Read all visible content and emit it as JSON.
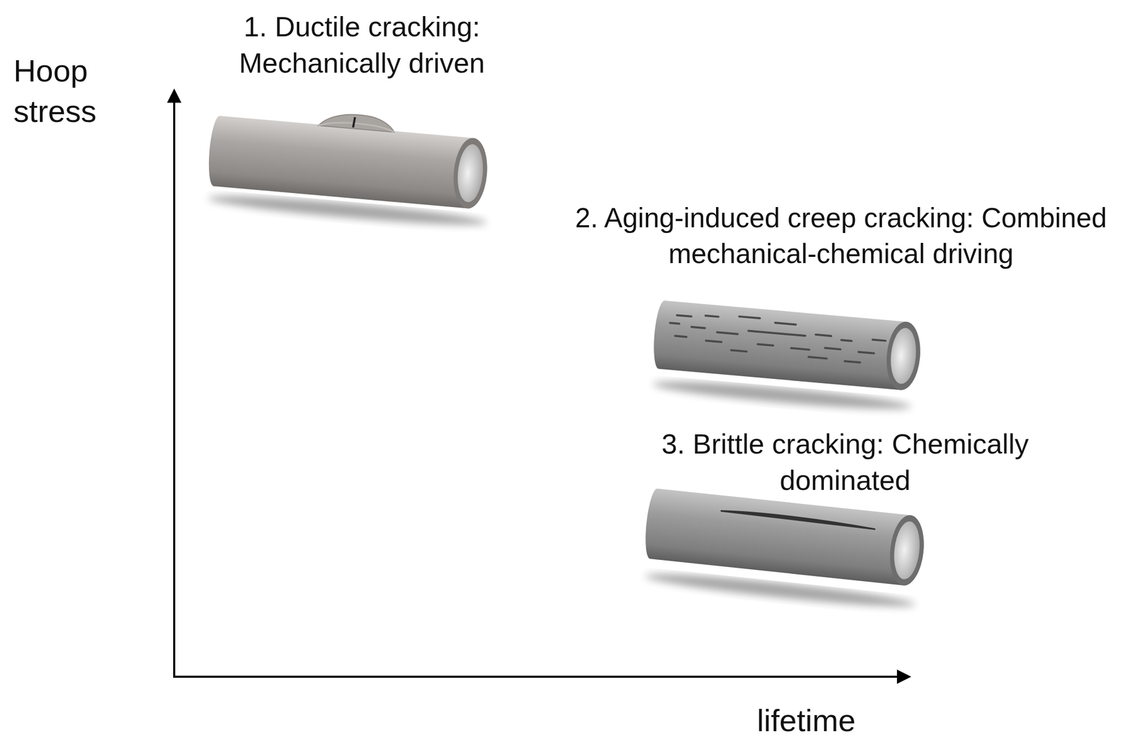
{
  "diagram": {
    "labels": [
      "Hoop stress",
      "1. Ductile cracking: Mechanically driven",
      "2. Aging-induced creep cracking: Combined mechanical-chemical driving",
      "3. Brittle cracking: Chemically dominated",
      "lifetime"
    ]
  }
}
